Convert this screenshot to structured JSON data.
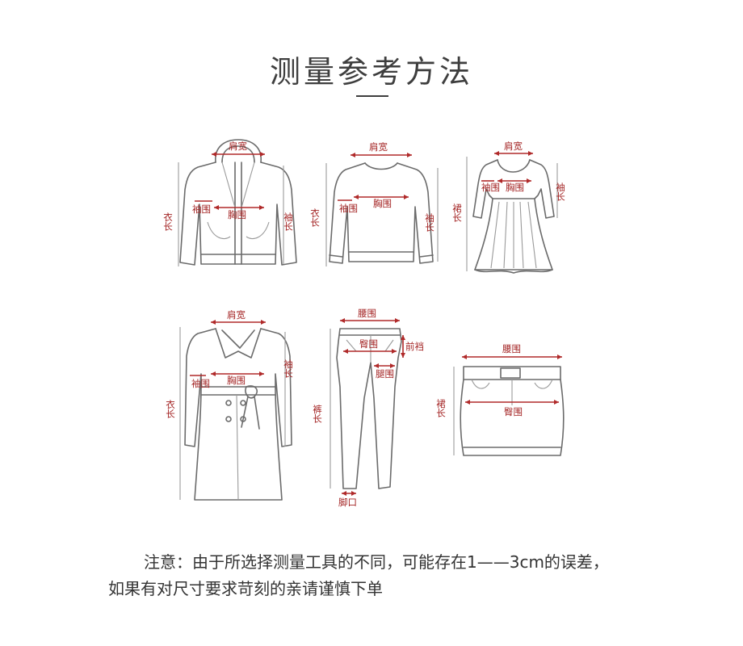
{
  "title": "测量参考方法",
  "garments": {
    "hoodie": {
      "shoulder": "肩宽",
      "sleeve_circ": "袖围",
      "chest": "胸围",
      "length": "衣长",
      "sleeve_length": "袖长"
    },
    "sweater": {
      "shoulder": "肩宽",
      "sleeve_circ": "袖围",
      "chest": "胸围",
      "length": "衣长",
      "sleeve_length": "袖长"
    },
    "dress": {
      "shoulder": "肩宽",
      "sleeve_circ": "袖围",
      "chest": "胸围",
      "length": "裙长",
      "sleeve_length": "袖长"
    },
    "coat": {
      "shoulder": "肩宽",
      "sleeve_circ": "袖围",
      "chest": "胸围",
      "length": "衣长",
      "sleeve_length": "袖长"
    },
    "pants": {
      "waist": "腰围",
      "hip": "臀围",
      "rise": "前裆",
      "thigh": "腿围",
      "length": "裤长",
      "hem": "脚口"
    },
    "skirt": {
      "waist": "腰围",
      "hip": "臀围",
      "length": "裙长"
    }
  },
  "note": {
    "line1": "注意：由于所选择测量工具的不同，可能存在1——3cm的误差，",
    "line2": "如果有对尺寸要求苛刻的亲请谨慎下单"
  },
  "colors": {
    "text": "#333333",
    "measure": "#b02a2a",
    "outline": "#6b6b6b"
  }
}
